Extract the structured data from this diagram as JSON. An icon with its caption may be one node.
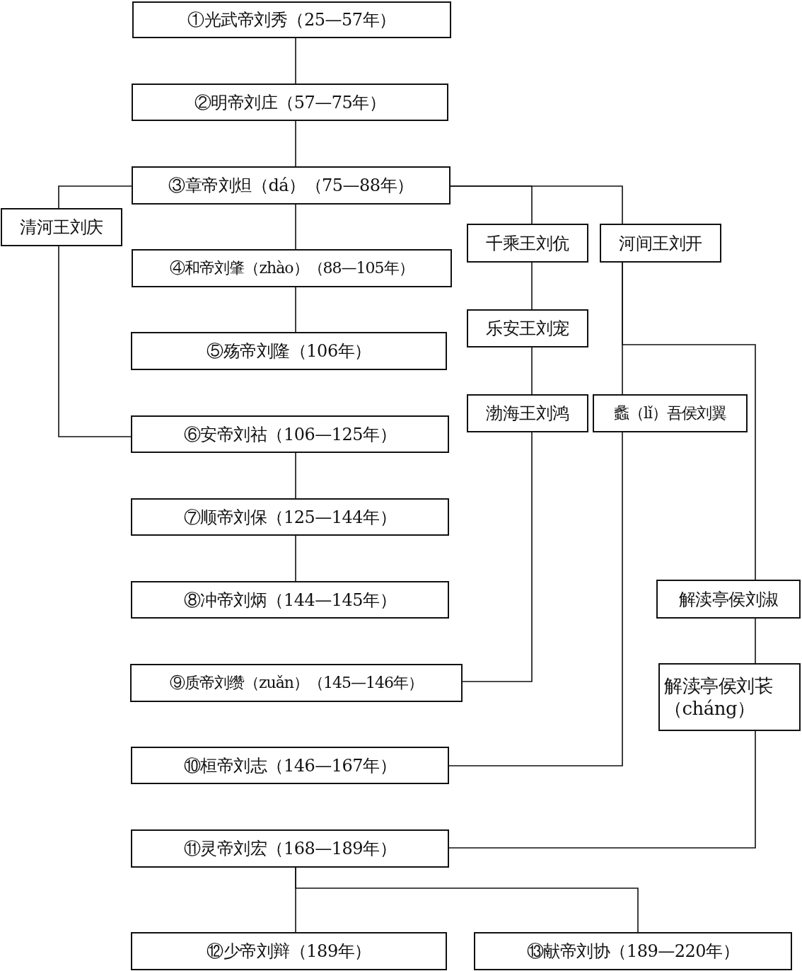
{
  "diagram": {
    "nodes": [
      {
        "text": [
          "①光武帝刘秀（25—57年）"
        ]
      },
      {
        "text": [
          "②明帝刘庄（57—75年）"
        ]
      },
      {
        "text": [
          "③章帝刘炟（dá）（75—88年）"
        ]
      },
      {
        "text": [
          "清河王刘庆"
        ]
      },
      {
        "text": [
          "千乘王刘伉"
        ]
      },
      {
        "text": [
          "河间王刘开"
        ]
      },
      {
        "text": [
          "④和帝刘肇（zhào）（88—105年）"
        ]
      },
      {
        "text": [
          "乐安王刘宠"
        ]
      },
      {
        "text": [
          "⑤殇帝刘隆（106年）"
        ]
      },
      {
        "text": [
          "渤海王刘鸿"
        ]
      },
      {
        "text": [
          "蠡（lǐ）吾侯刘翼"
        ]
      },
      {
        "text": [
          "⑥安帝刘祜（106—125年）"
        ]
      },
      {
        "text": [
          "⑦顺帝刘保（125—144年）"
        ]
      },
      {
        "text": [
          "解渎亭侯刘淑"
        ]
      },
      {
        "text": [
          "⑧冲帝刘炳（144—145年）"
        ]
      },
      {
        "text": [
          "⑨质帝刘缵（zuǎn）（145—146年）"
        ]
      },
      {
        "text": [
          "解渎亭侯刘苌（cháng）"
        ]
      },
      {
        "text": [
          "⑩桓帝刘志（146—167年）"
        ]
      },
      {
        "text": [
          "⑪灵帝刘宏（168—189年）"
        ]
      },
      {
        "text": [
          "⑫少帝刘辩（189年）"
        ]
      },
      {
        "text": [
          "⑬献帝刘协（189—220年）"
        ]
      }
    ],
    "edges": [
      {
        "from": 0,
        "to": 1,
        "arrow": "none"
      },
      {
        "from": 1,
        "to": 2,
        "arrow": "none"
      },
      {
        "from": 2,
        "to": 6,
        "arrow": "none"
      },
      {
        "from": 6,
        "to": 8,
        "arrow": "none"
      },
      {
        "from": 2,
        "to": 3,
        "arrow": "none"
      },
      {
        "from": 3,
        "to": 11,
        "arrow": "none"
      },
      {
        "from": 2,
        "to": 4,
        "arrow": "none"
      },
      {
        "from": 2,
        "to": 5,
        "arrow": "none"
      },
      {
        "from": 4,
        "to": 7,
        "arrow": "none"
      },
      {
        "from": 7,
        "to": 9,
        "arrow": "none"
      },
      {
        "from": 9,
        "to": 15,
        "arrow": "none"
      },
      {
        "from": 5,
        "to": 10,
        "arrow": "none"
      },
      {
        "from": 5,
        "to": 13,
        "arrow": "none"
      },
      {
        "from": 10,
        "to": 17,
        "arrow": "none"
      },
      {
        "from": 13,
        "to": 16,
        "arrow": "none"
      },
      {
        "from": 16,
        "to": 18,
        "arrow": "none"
      },
      {
        "from": 11,
        "to": 12,
        "arrow": "none"
      },
      {
        "from": 12,
        "to": 14,
        "arrow": "none"
      },
      {
        "from": 18,
        "to": 19,
        "arrow": "none"
      },
      {
        "from": 18,
        "to": 20,
        "arrow": "none"
      }
    ]
  }
}
